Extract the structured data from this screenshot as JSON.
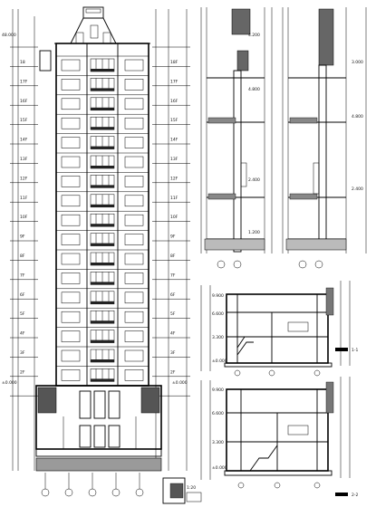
{
  "drawing_sheet": {
    "main_elevation": {
      "left_floor_labels": [
        "18",
        "17F",
        "16F",
        "15F",
        "14F",
        "13F",
        "12F",
        "11F",
        "10F",
        "9F",
        "8F",
        "7F",
        "6F",
        "5F",
        "4F",
        "3F",
        "2F"
      ],
      "right_floor_labels": [
        "18F",
        "17F",
        "16F",
        "15F",
        "14F",
        "13F",
        "12F",
        "11F",
        "10F",
        "9F",
        "8F",
        "7F",
        "6F",
        "5F",
        "4F",
        "3F",
        "2F"
      ],
      "top_left_elevation": "48.000",
      "ground_left_elevation": "±0.000",
      "ground_right_elevation": "±0.000"
    },
    "wall_sections": {
      "section_a_dims": [
        "4.200",
        "4.800",
        "2.400",
        "1.200"
      ],
      "section_b_dims": [
        "3.000",
        "4.800",
        "2.400"
      ],
      "axis_marks": [
        "",
        ""
      ]
    },
    "upper_section": {
      "title": "1-1",
      "levels": [
        "9.900",
        "6.600",
        "3.300",
        "±0.000"
      ]
    },
    "lower_section": {
      "title": "2-2",
      "levels": [
        "9.900",
        "6.600",
        "3.300",
        "±0.000"
      ]
    },
    "detail": {
      "title": "1:20"
    }
  }
}
